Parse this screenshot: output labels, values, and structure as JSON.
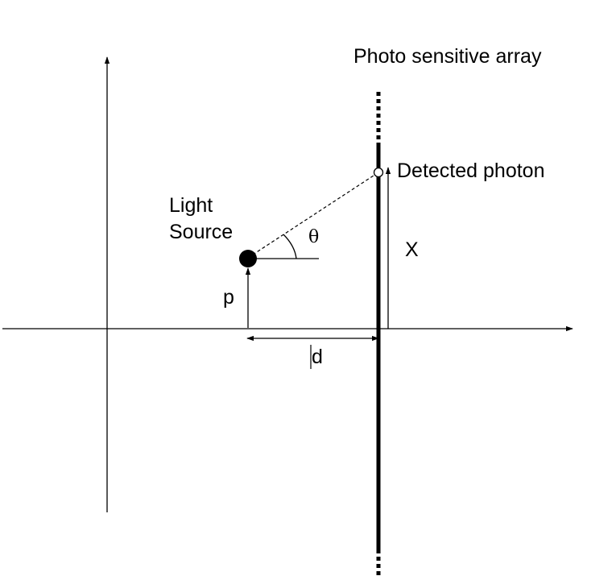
{
  "diagram": {
    "labels": {
      "array": "Photo sensitive array",
      "detected": "Detected photon",
      "source_line1": "Light",
      "source_line2": "Source",
      "angle": "θ",
      "x": "X",
      "p": "p",
      "d": "d"
    },
    "colors": {
      "ink": "#000000",
      "background": "#ffffff"
    }
  }
}
